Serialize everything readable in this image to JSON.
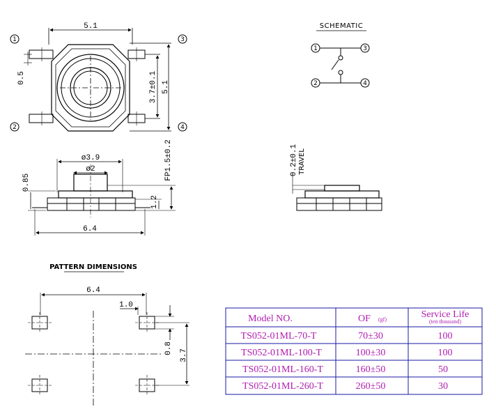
{
  "top_view": {
    "dim_width": "5.1",
    "dim_height": "5.1",
    "dim_inner": "3.7±0.1",
    "dim_lead": "0.5",
    "pins": [
      "1",
      "2",
      "3",
      "4"
    ]
  },
  "schematic": {
    "title": "SCHEMATIC",
    "pins": [
      "1",
      "2",
      "3",
      "4"
    ]
  },
  "side_view": {
    "dim_outer_dia": "ø3.9",
    "dim_inner_dia": "ø2",
    "dim_height_total": "FP1.5±0.2",
    "dim_body_height": "1.2",
    "dim_base": "0.85",
    "dim_width": "6.4"
  },
  "travel_view": {
    "dim_travel": "0.2±0.1",
    "travel_label": "TRAVEL"
  },
  "pattern": {
    "title": "PATTERN DIMENSIONS",
    "dim_width": "6.4",
    "dim_pad": "1.0",
    "dim_pad_h": "0.8",
    "dim_height": "3.7"
  },
  "table": {
    "headers": {
      "model": "Model NO.",
      "of": "OF",
      "of_unit": "(gf)",
      "life": "Service Life",
      "life_unit": "(ten thousand)"
    },
    "rows": [
      {
        "model": "TS052-01ML-70-T",
        "of": "70±30",
        "life": "100"
      },
      {
        "model": "TS052-01ML-100-T",
        "of": "100±30",
        "life": "100"
      },
      {
        "model": "TS052-01ML-160-T",
        "of": "160±50",
        "life": "50"
      },
      {
        "model": "TS052-01ML-260-T",
        "of": "260±50",
        "life": "30"
      }
    ],
    "color": "#b01cb0",
    "border_color": "#1a1aa6"
  }
}
